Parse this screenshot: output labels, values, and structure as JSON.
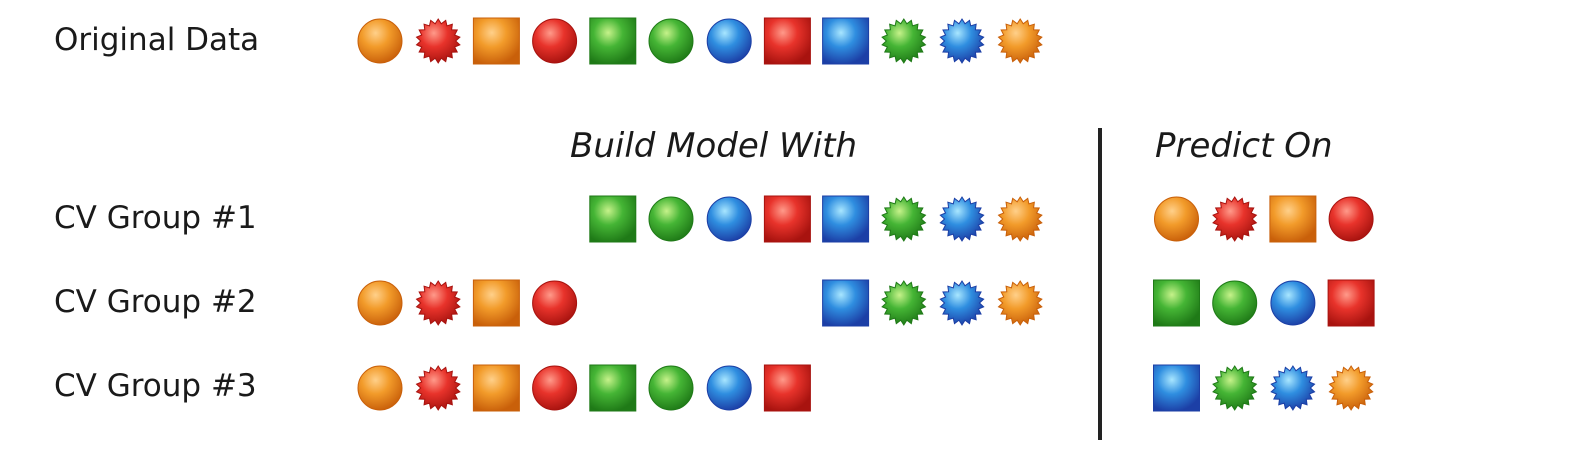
{
  "labels": {
    "original": "Original Data",
    "groups": [
      "CV Group #1",
      "CV Group #2",
      "CV Group #3"
    ]
  },
  "headers": {
    "build": "Build Model With",
    "predict": "Predict On"
  },
  "palette": {
    "orange": [
      "#ffd08a",
      "#f29b2a",
      "#c9600a"
    ],
    "red": [
      "#ff9a8a",
      "#e8332b",
      "#a8130f"
    ],
    "green": [
      "#c6f28a",
      "#45b535",
      "#1f7a17"
    ],
    "blue": [
      "#a8e6ff",
      "#2f8ee0",
      "#1c3fa6"
    ]
  },
  "items": [
    {
      "color": "orange",
      "shape": "circle"
    },
    {
      "color": "red",
      "shape": "star"
    },
    {
      "color": "orange",
      "shape": "square"
    },
    {
      "color": "red",
      "shape": "circle"
    },
    {
      "color": "green",
      "shape": "square"
    },
    {
      "color": "green",
      "shape": "circle"
    },
    {
      "color": "blue",
      "shape": "circle"
    },
    {
      "color": "red",
      "shape": "square"
    },
    {
      "color": "blue",
      "shape": "square"
    },
    {
      "color": "green",
      "shape": "star"
    },
    {
      "color": "blue",
      "shape": "star"
    },
    {
      "color": "orange",
      "shape": "star"
    }
  ],
  "folds": [
    {
      "build": [
        4,
        5,
        6,
        7,
        8,
        9,
        10,
        11
      ],
      "predict": [
        0,
        1,
        2,
        3
      ]
    },
    {
      "build": [
        0,
        1,
        2,
        3,
        8,
        9,
        10,
        11
      ],
      "predict": [
        4,
        5,
        6,
        7
      ]
    },
    {
      "build": [
        0,
        1,
        2,
        3,
        4,
        5,
        6,
        7
      ],
      "predict": [
        8,
        9,
        10,
        11
      ]
    }
  ]
}
